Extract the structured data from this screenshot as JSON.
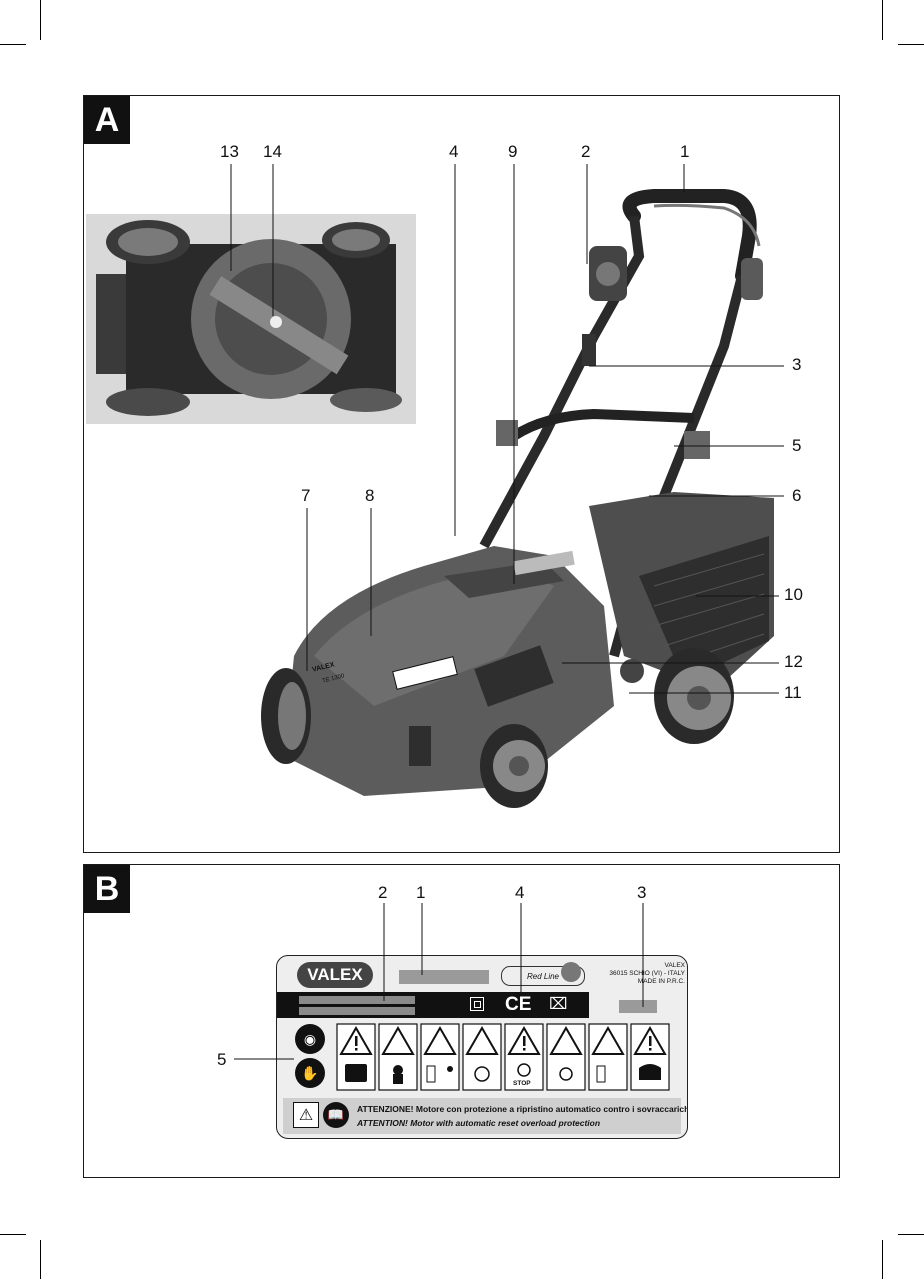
{
  "panel_a": {
    "letter": "A",
    "callouts": [
      "1",
      "2",
      "3",
      "4",
      "5",
      "6",
      "7",
      "8",
      "9",
      "10",
      "11",
      "12",
      "13",
      "14"
    ],
    "mower_badge_brand": "VALEX",
    "mower_badge_model": "TE 1300"
  },
  "panel_b": {
    "letter": "B",
    "callouts": [
      "1",
      "2",
      "3",
      "4",
      "5"
    ],
    "label": {
      "brand": "VALEX",
      "series": "Red Line",
      "address_line1": "VALEX",
      "address_line2": "36015 SCHIO (VI) - ITALY",
      "address_line3": "MADE IN P.R.C.",
      "ce_mark": "CE",
      "stop_text": "STOP",
      "warning_it": "ATTENZIONE!  Motore con protezione a ripristino automatico contro i sovraccarichi",
      "warning_en": "ATTENTION!  Motor with automatic reset overload protection"
    }
  },
  "colors": {
    "frame": "#1a1a1a",
    "label_bg": "#eeeeee",
    "label_band": "#111111"
  }
}
